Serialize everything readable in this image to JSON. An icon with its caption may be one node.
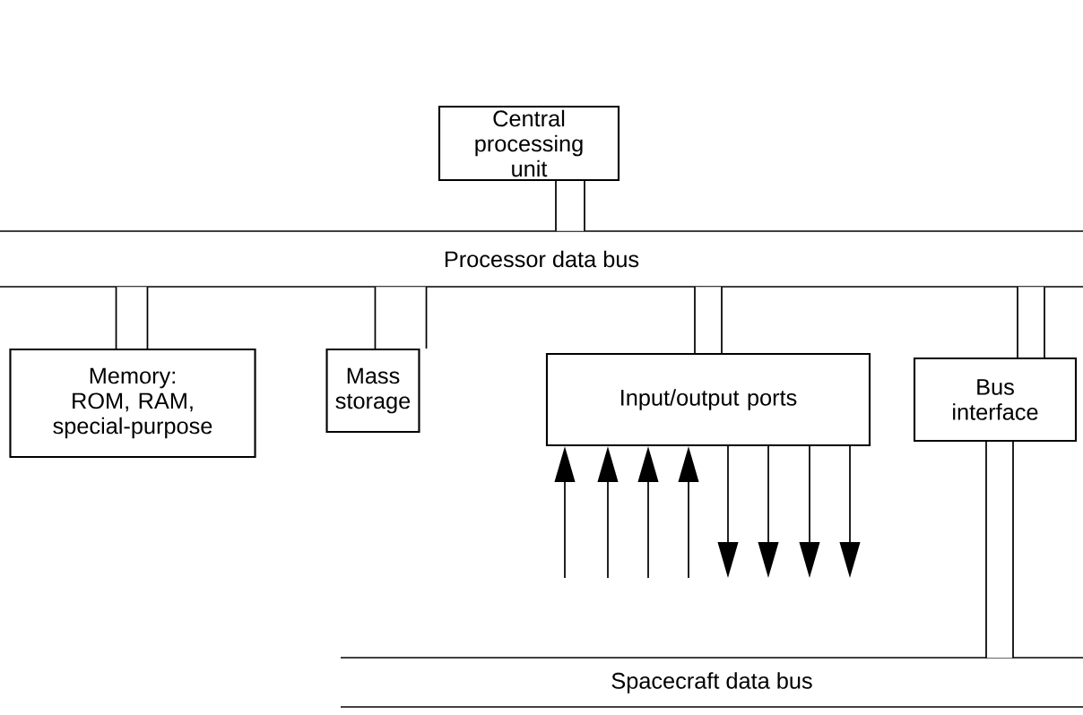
{
  "diagram": {
    "nodes": [
      {
        "text": [
          "Central processing unit"
        ]
      },
      {
        "text": [
          "Processor data bus"
        ]
      },
      {
        "text": [
          "Memory: ROM, RAM, special-purpose"
        ]
      },
      {
        "text": [
          "Mass storage"
        ]
      },
      {
        "text": [
          "Input/output ports"
        ]
      },
      {
        "text": [
          "Bus interface"
        ]
      },
      {
        "text": [
          "Spacecraft data bus"
        ]
      }
    ],
    "edges": [
      {
        "from": 0,
        "to": 1,
        "arrow": "none",
        "style": "thick"
      },
      {
        "from": 1,
        "to": 2,
        "arrow": "none",
        "style": "thick"
      },
      {
        "from": 1,
        "to": 3,
        "arrow": "none",
        "style": "thick"
      },
      {
        "from": 1,
        "to": 4,
        "arrow": "none",
        "style": "thick"
      },
      {
        "from": 1,
        "to": 5,
        "arrow": "none",
        "style": "thick"
      },
      {
        "from": 5,
        "to": 6,
        "arrow": "none",
        "style": "thick"
      },
      {
        "from": null,
        "to": 4,
        "arrow": "to"
      },
      {
        "from": null,
        "to": 4,
        "arrow": "to"
      },
      {
        "from": null,
        "to": 4,
        "arrow": "to"
      },
      {
        "from": null,
        "to": 4,
        "arrow": "to"
      },
      {
        "from": 4,
        "to": null,
        "arrow": "to"
      },
      {
        "from": 4,
        "to": null,
        "arrow": "to"
      },
      {
        "from": 4,
        "to": null,
        "arrow": "to"
      },
      {
        "from": 4,
        "to": null,
        "arrow": "to"
      }
    ]
  }
}
